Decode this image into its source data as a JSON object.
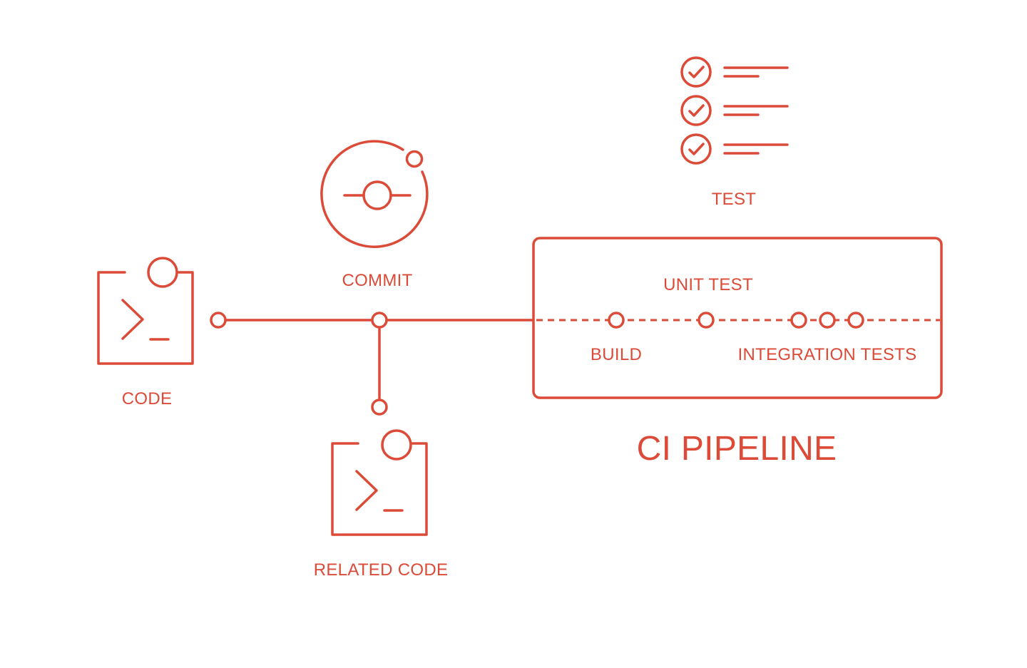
{
  "colors": {
    "accent": "#dc4a38",
    "background": "#ffffff"
  },
  "labels": {
    "code": "CODE",
    "commit": "COMMIT",
    "related_code": "RELATED CODE",
    "test": "TEST",
    "unit_test": "UNIT TEST",
    "build": "BUILD",
    "integration_tests": "INTEGRATION TESTS",
    "ci_pipeline": "CI PIPELINE"
  },
  "icons": {
    "code": "terminal-icon",
    "related_code": "terminal-icon",
    "commit": "commit-icon",
    "test": "checklist-icon"
  }
}
